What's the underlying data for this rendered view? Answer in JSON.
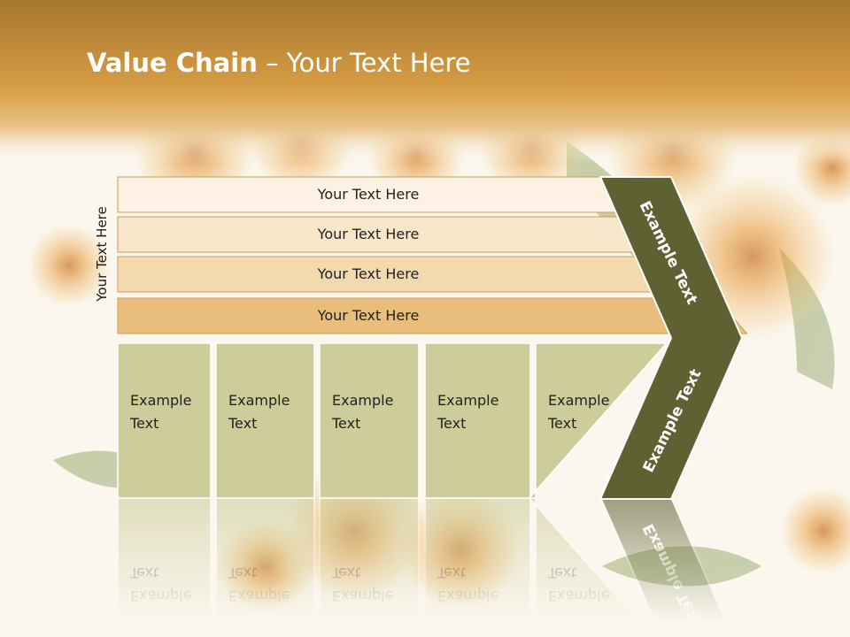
{
  "title": {
    "bold": "Value Chain",
    "rest": " – Your Text Here"
  },
  "side_label": "Your Text Here",
  "rows": [
    {
      "label": "Your Text Here",
      "color": "#fcf1e2"
    },
    {
      "label": "Your Text Here",
      "color": "#f8e6cb"
    },
    {
      "label": "Your Text Here",
      "color": "#f3d9ae"
    },
    {
      "label": "Your Text Here",
      "color": "#e9bd7b"
    }
  ],
  "columns": [
    {
      "line1": "Example",
      "line2": "Text"
    },
    {
      "line1": "Example",
      "line2": "Text"
    },
    {
      "line1": "Example",
      "line2": "Text"
    },
    {
      "line1": "Example",
      "line2": "Text"
    },
    {
      "line1": "Example",
      "line2": "Text"
    }
  ],
  "chevron": {
    "upper": "Example Text",
    "lower": "Example Text",
    "color": "#5f6133"
  },
  "colors": {
    "header": "#d9a047",
    "column_fill": "#cdcd9c"
  }
}
